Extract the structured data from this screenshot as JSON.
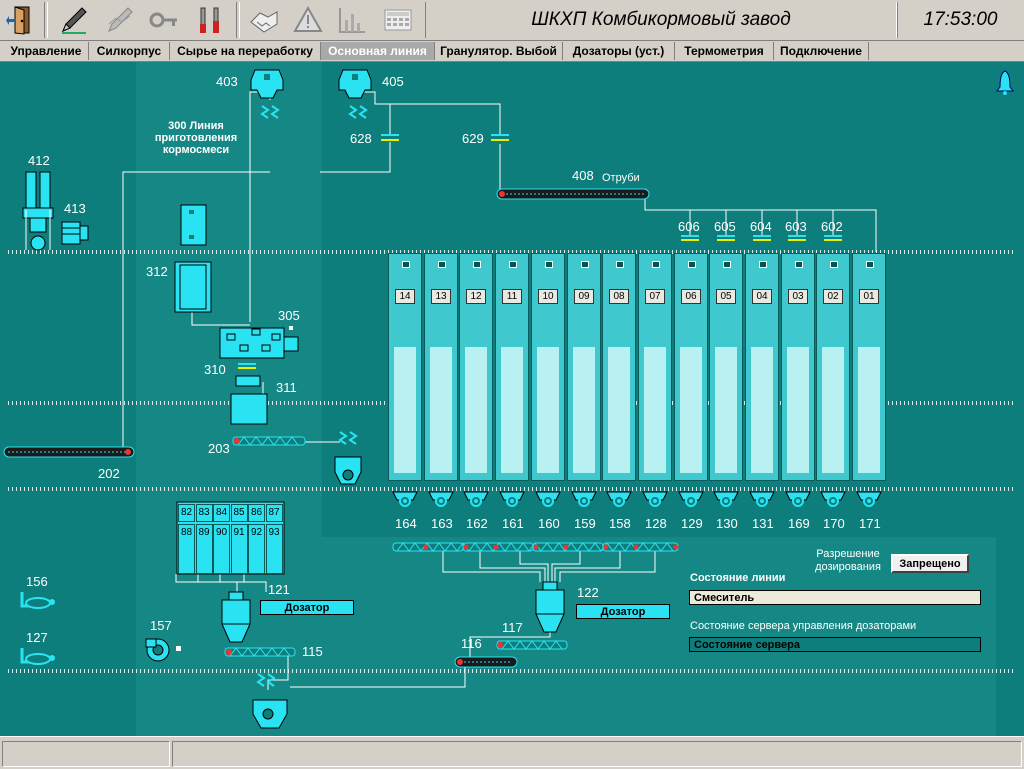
{
  "app": {
    "title": "ШКХП Комбикормовый завод",
    "time": "17:53:00"
  },
  "colors": {
    "background": "#0d7e7c",
    "equipment": "#29e3f3",
    "bin_fill": "#b9f1f3",
    "panel": "#d4d0c8"
  },
  "toolbar": {
    "icons": [
      "exit-door-icon",
      "pen-edit-icon",
      "disabled-pen-icon",
      "key-icon",
      "tools-icon",
      "handshake-icon",
      "warning-triangle-icon",
      "chart-icon",
      "calculator-icon"
    ]
  },
  "tabs": [
    {
      "label": "Управление",
      "active": false
    },
    {
      "label": "Силкорпус",
      "active": false
    },
    {
      "label": "Сырье на переработку",
      "active": false
    },
    {
      "label": "Основная линия",
      "active": true
    },
    {
      "label": "Гранулятор. Выбой",
      "active": false
    },
    {
      "label": "Дозаторы (уст.)",
      "active": false
    },
    {
      "label": "Термометрия",
      "active": false
    },
    {
      "label": "Подключение",
      "active": false
    }
  ],
  "line300": {
    "line1": "300 Линия",
    "line2": "приготовления",
    "line3": "кормосмеси"
  },
  "equipment_labels": {
    "e403": "403",
    "e405": "405",
    "e628": "628",
    "e629": "629",
    "e408": "408",
    "otrubi": "Отруби",
    "e412": "412",
    "e413": "413",
    "e312": "312",
    "e305": "305",
    "e310": "310",
    "e311": "311",
    "e203": "203",
    "e202": "202",
    "e156": "156",
    "e127": "127",
    "e157": "157",
    "e121": "121",
    "e115": "115",
    "e116": "116",
    "e117": "117",
    "e122": "122"
  },
  "gates_top": [
    "606",
    "605",
    "604",
    "603",
    "602"
  ],
  "bins": [
    "14",
    "13",
    "12",
    "11",
    "10",
    "09",
    "08",
    "07",
    "06",
    "05",
    "04",
    "03",
    "02",
    "01"
  ],
  "feeders": [
    "164",
    "163",
    "162",
    "161",
    "160",
    "159",
    "158",
    "128",
    "129",
    "130",
    "131",
    "169",
    "170",
    "171"
  ],
  "small_bins_top": [
    "82",
    "83",
    "84",
    "85",
    "86",
    "87"
  ],
  "small_bins_bottom": [
    "88",
    "89",
    "90",
    "91",
    "92",
    "93"
  ],
  "dozator1": "Дозатор",
  "dozator2": "Дозатор",
  "control_panel": {
    "permission_label_1": "Разрешение",
    "permission_label_2": "дозирования",
    "permission_button": "Запрещено",
    "line_state_label": "Состояние линии",
    "line_state_value": "Смеситель",
    "server_label": "Состояние сервера управления дозаторами",
    "server_value": "Состояние сервера"
  }
}
